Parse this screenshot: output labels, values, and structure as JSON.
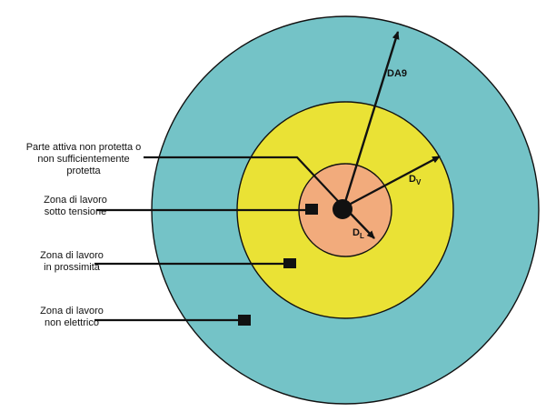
{
  "colors": {
    "outer_zone": "#74c3c7",
    "middle_zone": "#eae235",
    "inner_zone": "#f2ab7c",
    "lines": "#111111",
    "background": "#ffffff"
  },
  "labels": {
    "live_part": [
      "Parte attiva non protetta o",
      "non sufficientemente",
      "protetta"
    ],
    "live_zone": [
      "Zona di lavoro",
      "sotto tensione"
    ],
    "proximity_zone": [
      "Zona di lavoro",
      "in prossimità"
    ],
    "non_electric_zone": [
      "Zona di lavoro",
      "non elettrico"
    ]
  },
  "distances": {
    "da9": "DA9",
    "dv_main": "D",
    "dv_sub": "V",
    "dl_main": "D",
    "dl_sub": "L"
  }
}
